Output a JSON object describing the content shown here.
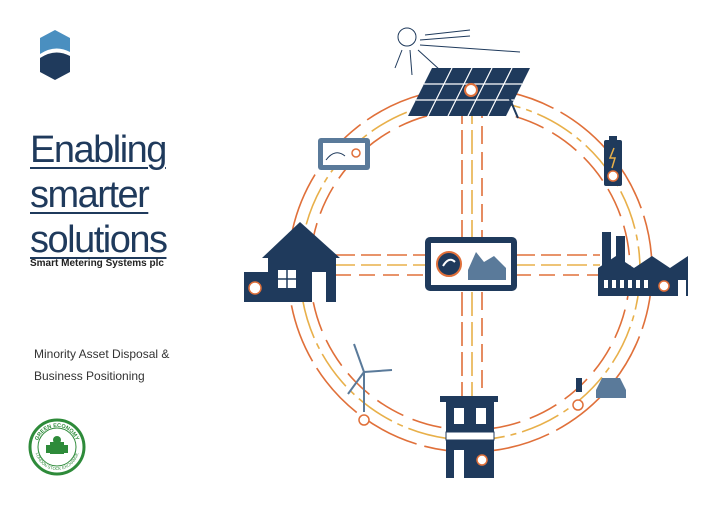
{
  "cover": {
    "title_line1": "Enabling smarter",
    "title_line2": "solutions",
    "company": "Smart Metering Systems plc",
    "subtitle_line1": "Minority Asset Disposal  &",
    "subtitle_line2": "Business Positioning"
  },
  "badge": {
    "top_text": "GREEN ECONOMY",
    "bottom_text": "LONDON STOCK EXCHANGE",
    "color": "#2e8b3a"
  },
  "colors": {
    "navy": "#1f3a5c",
    "orange": "#e0703a",
    "gold": "#e8b04a",
    "logo_dark": "#1f3a5c",
    "logo_light": "#4a8fc0"
  },
  "icons": [
    "sun-icon",
    "solar-panel-icon",
    "battery-icon",
    "factory-icon",
    "car-icon",
    "shop-icon",
    "wind-turbine-icon",
    "house-icon",
    "monitor-icon",
    "smart-display-icon",
    "meter-icon"
  ]
}
